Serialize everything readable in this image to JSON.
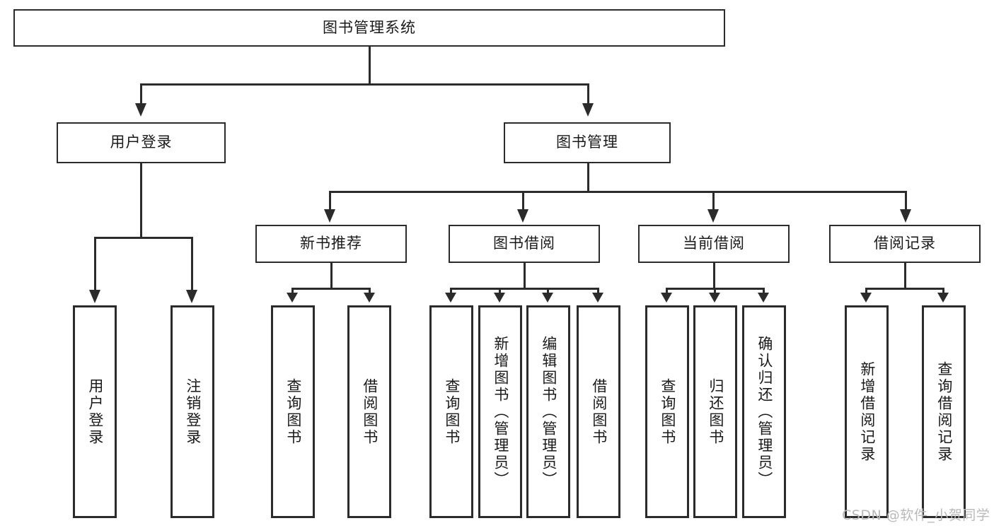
{
  "diagram": {
    "title": "图书管理系统",
    "type": "tree-hierarchy-chart",
    "watermark": "CSDN @软件_小贺同学",
    "colors": {
      "stroke": "#2b2b2b",
      "fill": "#ffffff",
      "background": "#ffffff",
      "watermark": "#b9b9b9"
    },
    "root": {
      "label": "图书管理系统"
    },
    "level2": [
      {
        "label": "用户登录"
      },
      {
        "label": "图书管理"
      }
    ],
    "level3": [
      {
        "label": "新书推荐"
      },
      {
        "label": "图书借阅"
      },
      {
        "label": "当前借阅"
      },
      {
        "label": "借阅记录"
      }
    ],
    "leaves": {
      "user_login": [
        {
          "label": "用户登录"
        },
        {
          "label": "注销登录"
        }
      ],
      "new_book_recommend": [
        {
          "label": "查询图书"
        },
        {
          "label": "借阅图书"
        }
      ],
      "book_borrow": [
        {
          "label": "查询图书"
        },
        {
          "label": "新增图书（管理员）"
        },
        {
          "label": "编辑图书（管理员）"
        },
        {
          "label": "借阅图书"
        }
      ],
      "current_borrow": [
        {
          "label": "查询图书"
        },
        {
          "label": "归还图书"
        },
        {
          "label": "确认归还（管理员）"
        }
      ],
      "borrow_records": [
        {
          "label": "新增借阅记录"
        },
        {
          "label": "查询借阅记录"
        }
      ]
    }
  }
}
